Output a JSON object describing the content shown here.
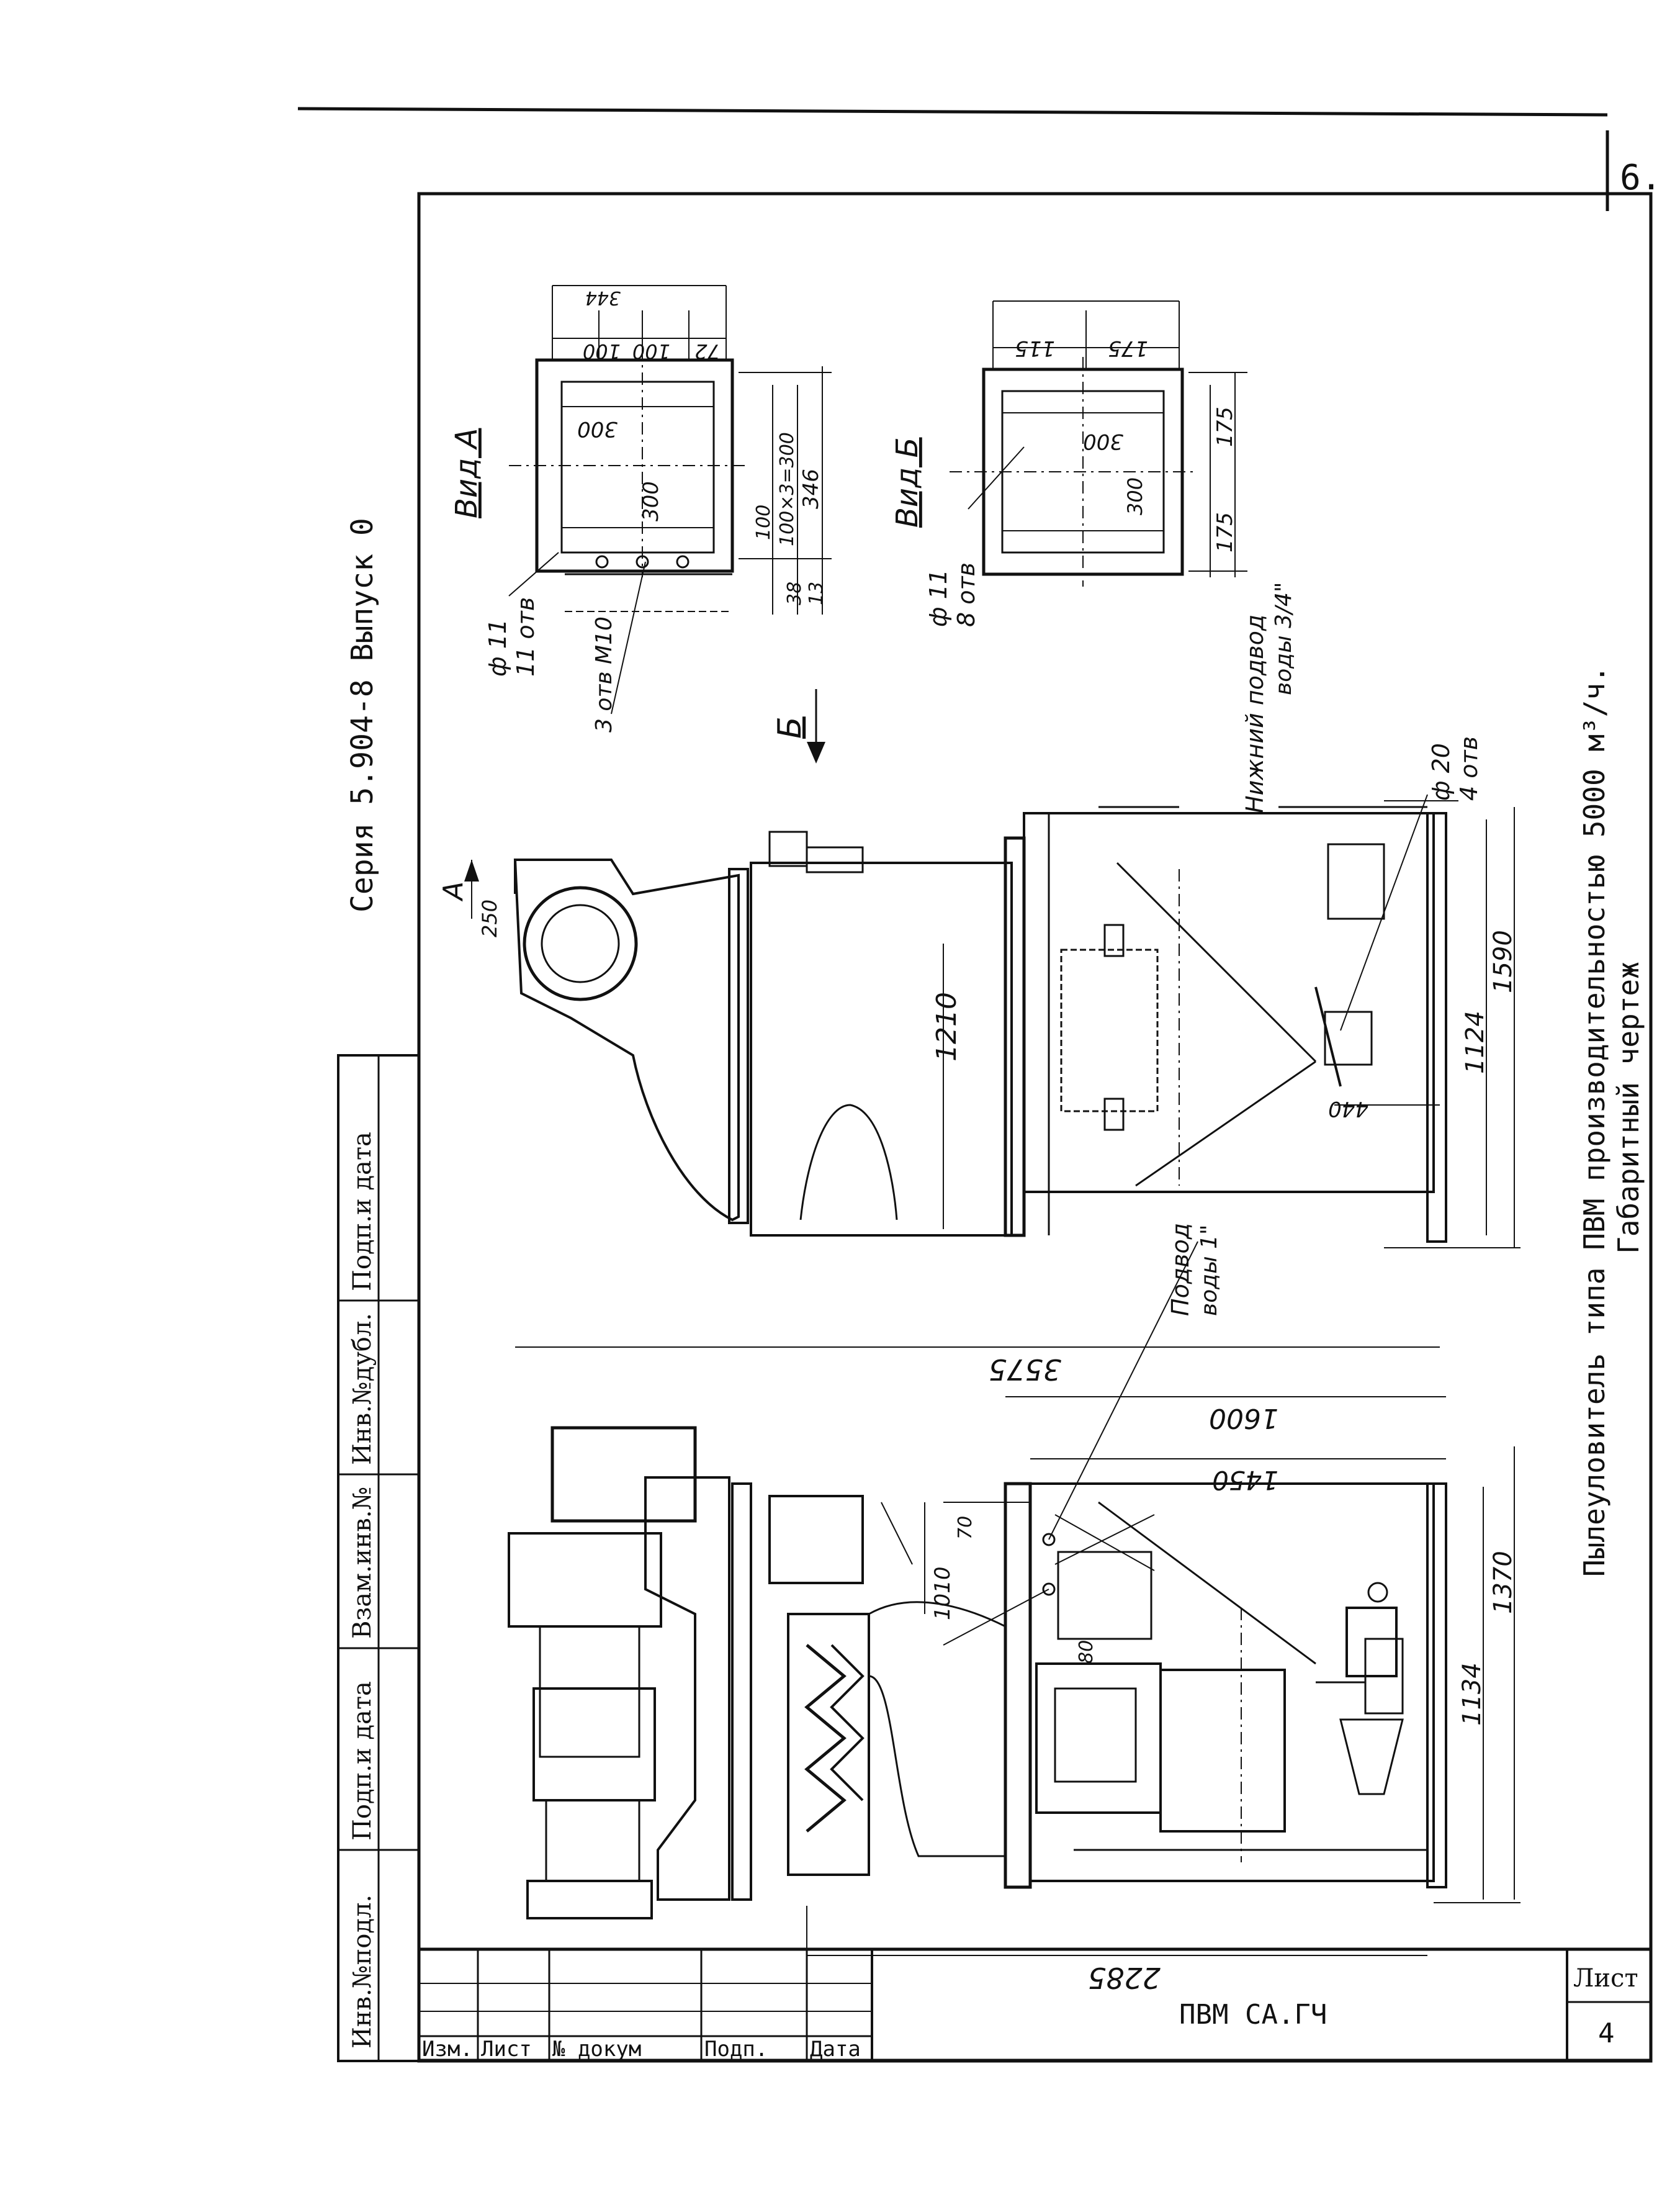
{
  "sheet_corner": "6.",
  "series": "Серия 5.904-8 Выпуск 0",
  "title_line1": "Пылеуловитель типа ПВМ производительностью 5000 м³/ч.",
  "title_line2": "Габаритный чертеж",
  "side_stamp": [
    "Инв.№подл.",
    "Подп.и дата",
    "Взам.инв.№",
    "Инв.№дубл.",
    "Подп.и дата"
  ],
  "title_block": {
    "doc_code": "ПВМ СА.ГЧ",
    "sheet_label": "Лист",
    "sheet_number": "4",
    "columns": [
      "Изм.",
      "Лист",
      "№ докум",
      "Подп.",
      "Дата"
    ]
  },
  "views": {
    "view_a": "Вид А",
    "view_b": "Вид Б",
    "marker_a": "А",
    "marker_b": "Б"
  },
  "notes": {
    "holes_a_d": "ф 11",
    "holes_a_n": "11 отв",
    "holes_b_d": "ф 11",
    "holes_b_n": "8 отв",
    "holes_base_d": "ф 20",
    "holes_base_n": "4 отв",
    "plug": "3 отв М10",
    "water_top_1": "Подвод",
    "water_top_2": "воды 1\"",
    "water_low_1": "Нижний подвод",
    "water_low_2": "воды 3/4\""
  },
  "dims": {
    "a_344": "344",
    "a_100a": "100",
    "a_100b": "100",
    "a_72": "72",
    "a_300h": "300",
    "a_300v": "300",
    "a_100": "100",
    "a_100x3": "100×3=300",
    "a_346": "346",
    "a_38": "38",
    "a_13": "13",
    "b_115": "115",
    "b_175h": "175",
    "b_300h": "300",
    "b_300v": "300",
    "b_175a": "175",
    "b_175b": "175",
    "d_250": "250",
    "d_1210": "1210",
    "d_440": "440",
    "d_1124": "1124",
    "d_1590": "1590",
    "d_3575": "3575",
    "d_1600": "1600",
    "d_1450": "1450",
    "d_70": "70",
    "d_1010": "1010",
    "d_80": "80",
    "d_1134": "1134",
    "d_1370": "1370",
    "d_2285": "2285"
  }
}
